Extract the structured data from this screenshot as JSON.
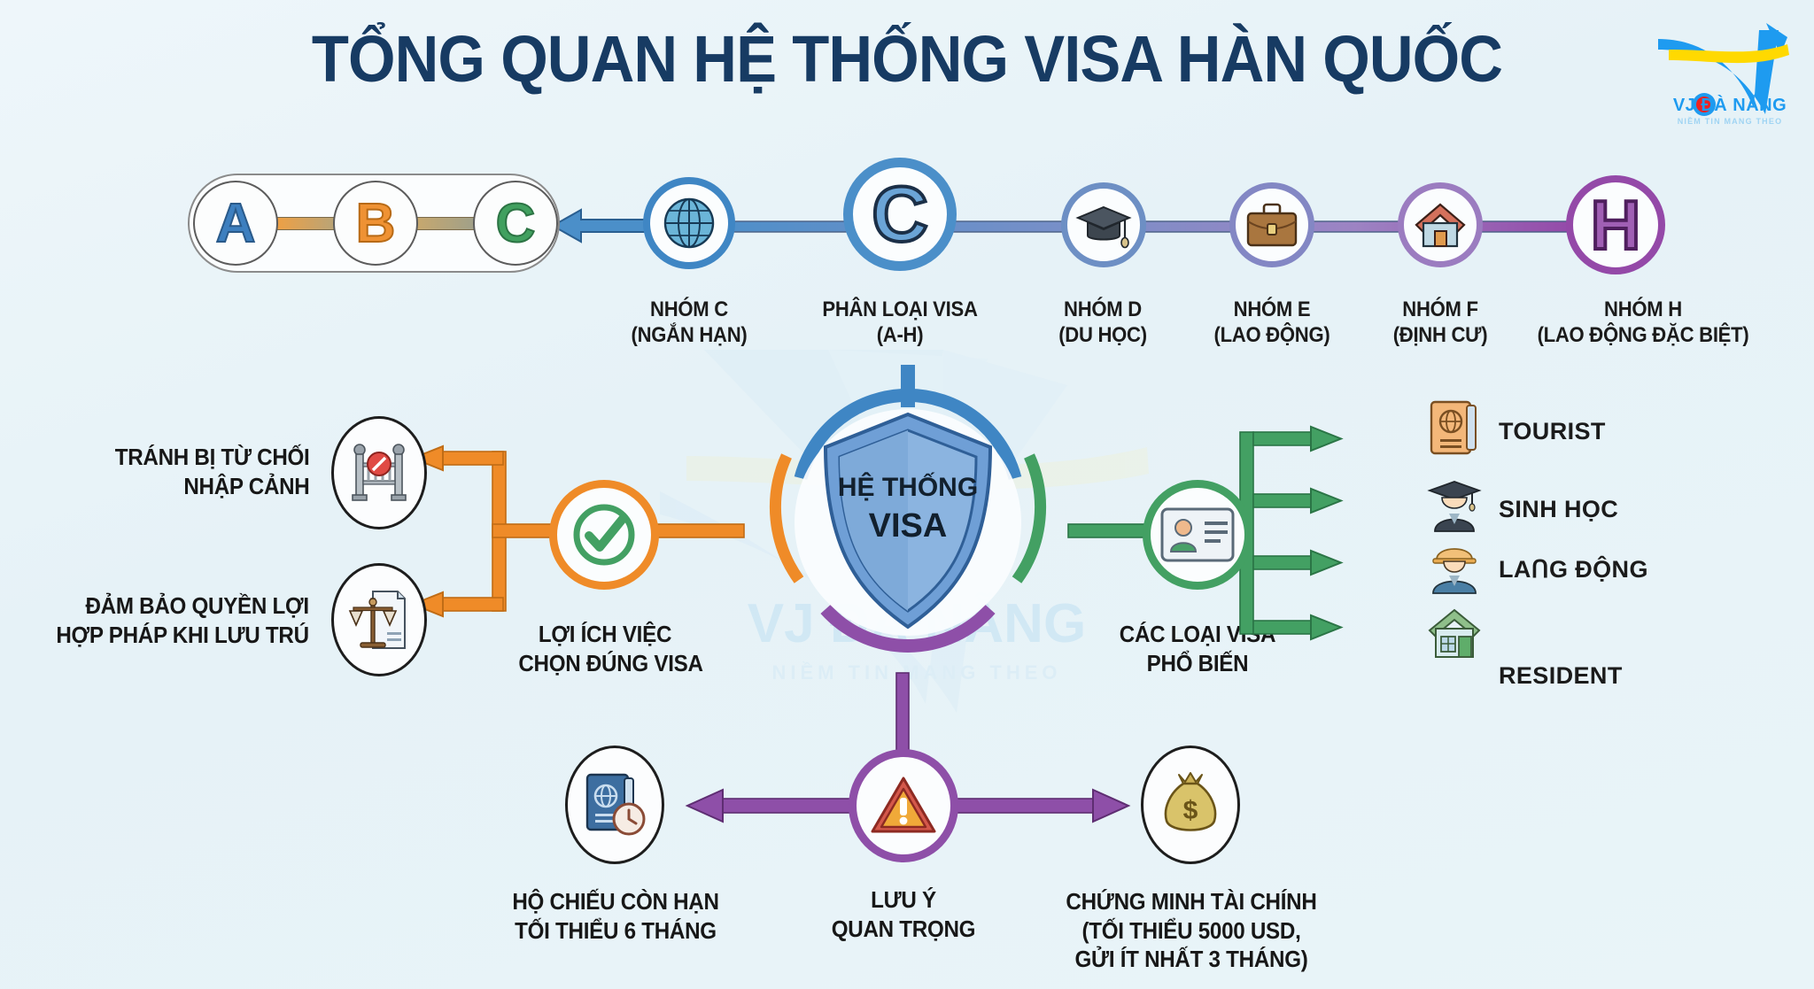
{
  "page": {
    "title": "TỔNG QUAN HỆ THỐNG VISA HÀN QUỐC",
    "background_color": "#e9f3f8",
    "title_color": "#173b63"
  },
  "logo": {
    "name": "VJ ĐÀ NẴNG",
    "tagline": "NIỀM TIN MANG THEO",
    "mark_colors": {
      "blue": "#1e9bf0",
      "yellow": "#ffd900",
      "red": "#ee2222"
    }
  },
  "visa_groups_row": {
    "abc_chips": [
      {
        "letter": "A",
        "color": "#3d7fbf"
      },
      {
        "letter": "B",
        "color": "#ef9234"
      },
      {
        "letter": "C",
        "color": "#41a05f"
      }
    ],
    "nodes": [
      {
        "icon": "globe-icon",
        "label_line1": "NHÓM C",
        "label_line2": "(NGẮN HẠN)",
        "color": "#3f86c4"
      },
      {
        "icon": "letter-c",
        "glyph": "C",
        "label_line1": "PHÂN LOẠI VISA",
        "label_line2": "(A-H)",
        "color": "#3f86c4"
      },
      {
        "icon": "graduation-cap-icon",
        "label_line1": "NHÓM D",
        "label_line2": "(DU HỌC)",
        "color": "#6d8fc4"
      },
      {
        "icon": "briefcase-icon",
        "label_line1": "NHÓM E",
        "label_line2": "(LAO ĐỘNG)",
        "color": "#8387c4"
      },
      {
        "icon": "house-icon",
        "label_line1": "NHÓM F",
        "label_line2": "(ĐỊNH CƯ)",
        "color": "#9b7cc0"
      },
      {
        "icon": "letter-h",
        "glyph": "H",
        "label_line1": "NHÓM H",
        "label_line2": "(LAO ĐỘNG ĐẶC BIỆT)",
        "color": "#9449a8"
      }
    ]
  },
  "center": {
    "shield_line1": "HỆ THỐNG",
    "shield_line2": "VISA",
    "arc_colors": {
      "top": "#3f86c4",
      "left": "#ef8b28",
      "right": "#43a063",
      "bottom": "#8e4fa8"
    }
  },
  "left_branch": {
    "hub_label_line1": "LỢI ÍCH VIỆC",
    "hub_label_line2": "CHỌN ĐÚNG VISA",
    "hub_icon": "check-circle-icon",
    "color": "#ef8b28",
    "items": [
      {
        "icon": "barrier-no-entry-icon",
        "line1": "TRÁNH BỊ TỪ CHỐI",
        "line2": "NHẬP CẢNH"
      },
      {
        "icon": "scales-document-icon",
        "line1": "ĐẢM BẢO QUYỀN LỢI",
        "line2": "HỢP PHÁP KHI LƯU TRÚ"
      }
    ]
  },
  "right_branch": {
    "hub_label_line1": "CÁC LOẠI VISA",
    "hub_label_line2": "PHỔ BIẾN",
    "hub_icon": "id-card-icon",
    "color": "#43a063",
    "items": [
      {
        "icon": "passport-icon",
        "label": "TOURIST"
      },
      {
        "icon": "student-icon",
        "label": "SINH HỌC"
      },
      {
        "icon": "worker-icon",
        "label": "LAᑎG ĐỘNG"
      },
      {
        "icon": "home-icon",
        "label": "RESIDENT"
      }
    ]
  },
  "bottom_branch": {
    "hub_label_line1": "LƯU Ý",
    "hub_label_line2": "QUAN TRỌNG",
    "hub_icon": "warning-triangle-icon",
    "color": "#8e4fa8",
    "left_item": {
      "icon": "passport-clock-icon",
      "line1": "HỘ CHIẾU CÒN HẠN",
      "line2": "TỐI THIỂU 6 THÁNG"
    },
    "right_item": {
      "icon": "money-bag-icon",
      "line1": "CHỨNG MINH TÀI CHÍNH",
      "line2": "(TỐI THIỂU 5000 USD,",
      "line3": "GỬI ÍT NHẤT 3 THÁNG)"
    }
  },
  "watermark": {
    "text1": "VJ ĐÀ NẴNG",
    "text2": "NIỀM TIN MANG THEO"
  }
}
